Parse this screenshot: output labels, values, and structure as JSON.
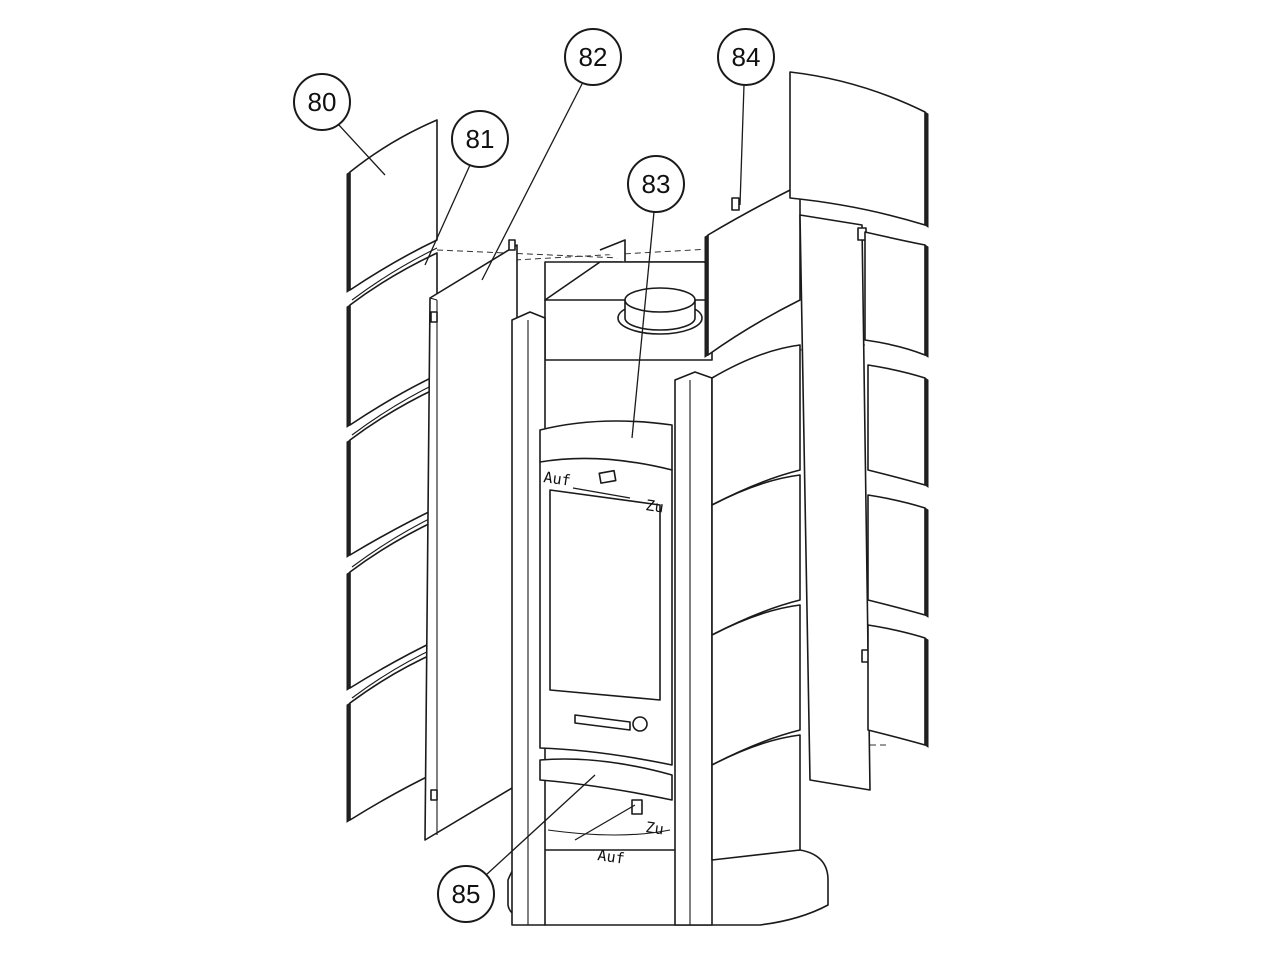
{
  "title": "Exploded view – stove cladding parts",
  "callouts": [
    {
      "id": "80"
    },
    {
      "id": "81"
    },
    {
      "id": "82"
    },
    {
      "id": "83"
    },
    {
      "id": "84"
    },
    {
      "id": "85"
    }
  ],
  "annotations": {
    "door_open": "Auf",
    "door_close": "Zu",
    "ash_close": "Zu",
    "ash_open": "Auf"
  }
}
